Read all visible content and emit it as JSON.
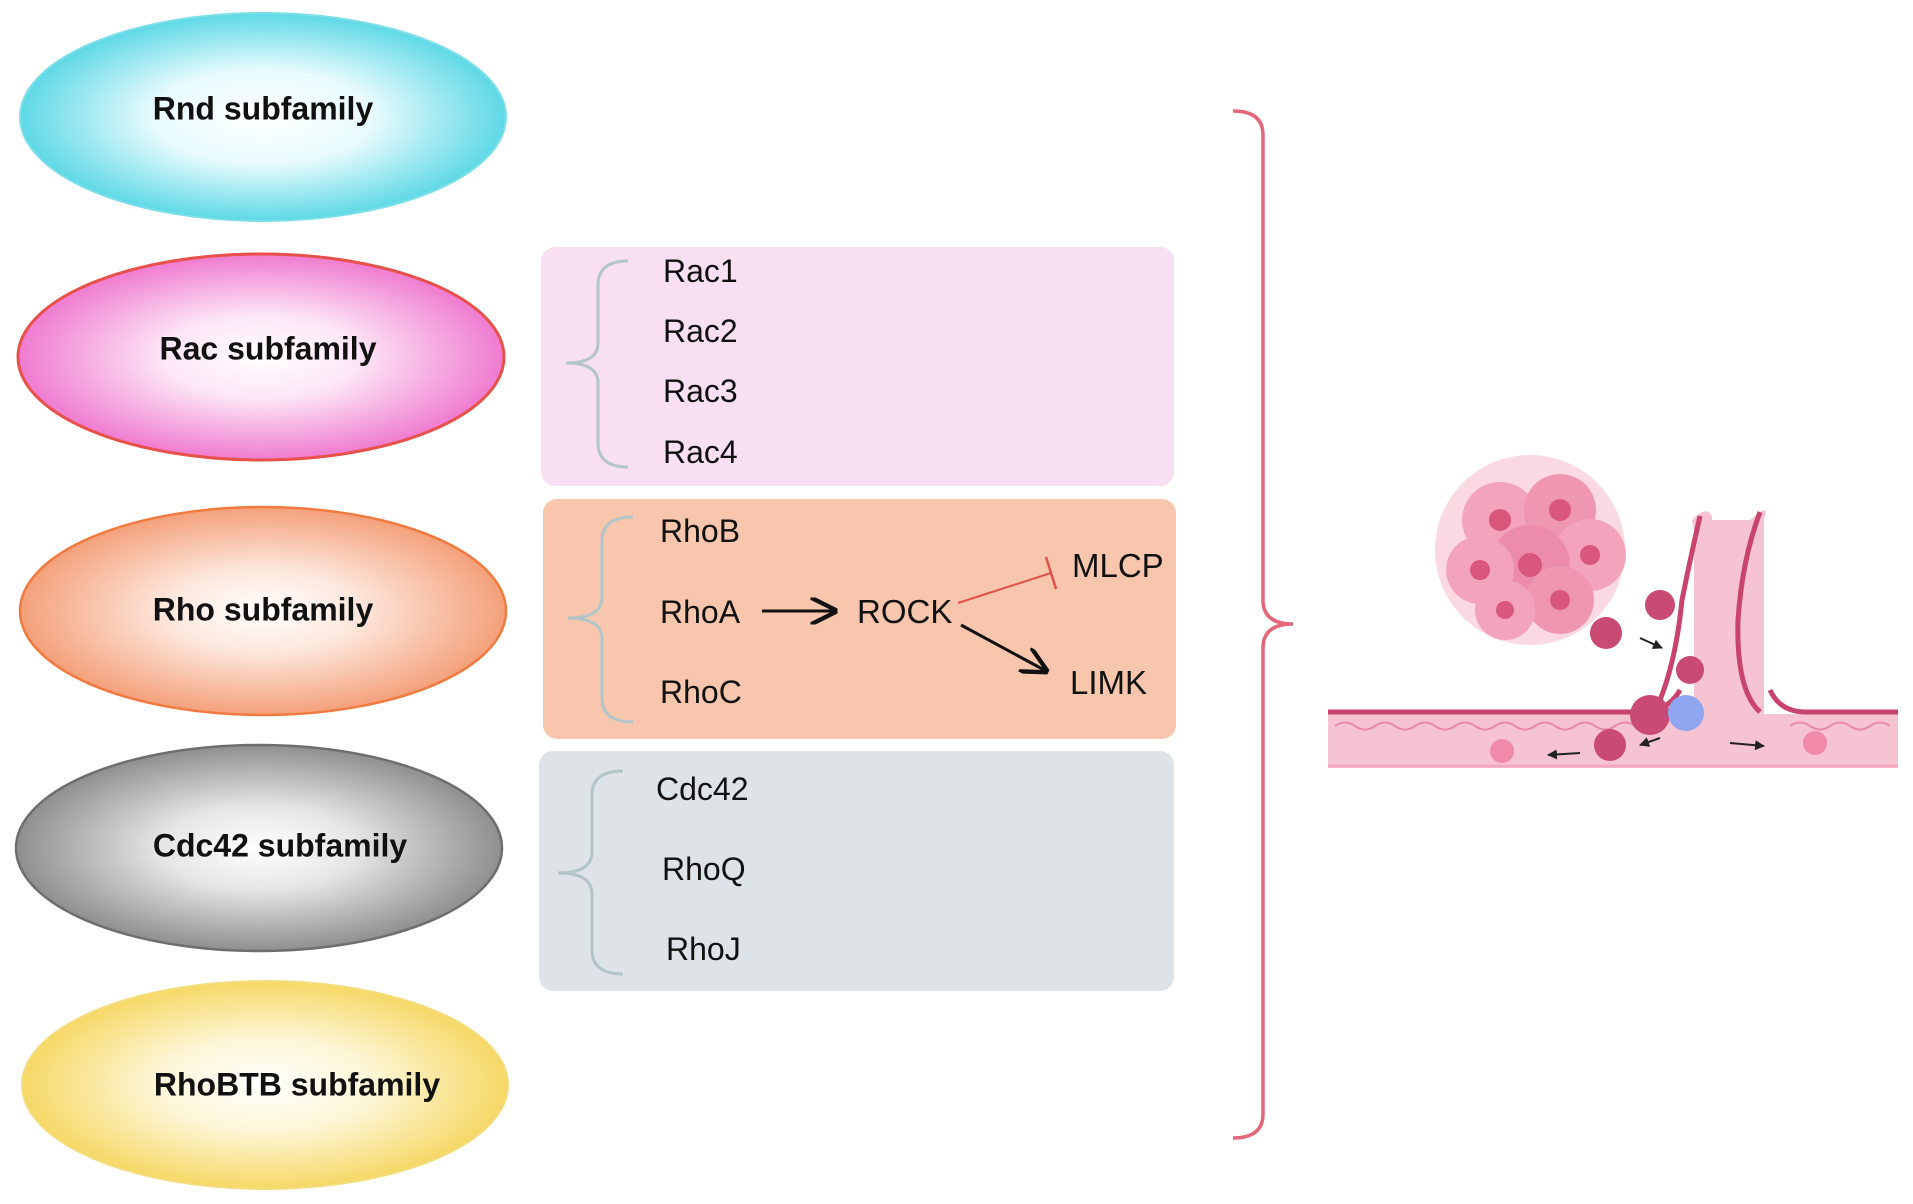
{
  "subfamilies": [
    {
      "label": "Rnd subfamily",
      "color": "#5ed8e6"
    },
    {
      "label": "Rac subfamily",
      "color": "#f07ad0"
    },
    {
      "label": "Rho subfamily",
      "color": "#f5a27a"
    },
    {
      "label": "Cdc42 subfamily",
      "color": "#9a9a9a"
    },
    {
      "label": "RhoBTB subfamily",
      "color": "#f7dc6e"
    }
  ],
  "rac_group": {
    "members": [
      "Rac1",
      "Rac2",
      "Rac3",
      "Rac4"
    ],
    "box_color": "#f8dff2"
  },
  "rho_group": {
    "members": [
      "RhoB",
      "RhoA",
      "RhoC"
    ],
    "box_color": "#f7c6ad",
    "pathway": {
      "effector": "ROCK",
      "inhibited_target": "MLCP",
      "activated_target": "LIMK",
      "inhibition_color": "#e0514a"
    }
  },
  "cdc42_group": {
    "members": [
      "Cdc42",
      "RhoQ",
      "RhoJ"
    ],
    "box_color": "#dde3e6"
  },
  "bracket_color": "#e2677a",
  "illustration": {
    "name": "tumor-metastasis-illustration",
    "tumor_color": "#f08aa8",
    "vessel_color": "#f6c3d2",
    "vessel_wall_color": "#c8446c",
    "immune_cell_color": "#8fa6f0"
  }
}
